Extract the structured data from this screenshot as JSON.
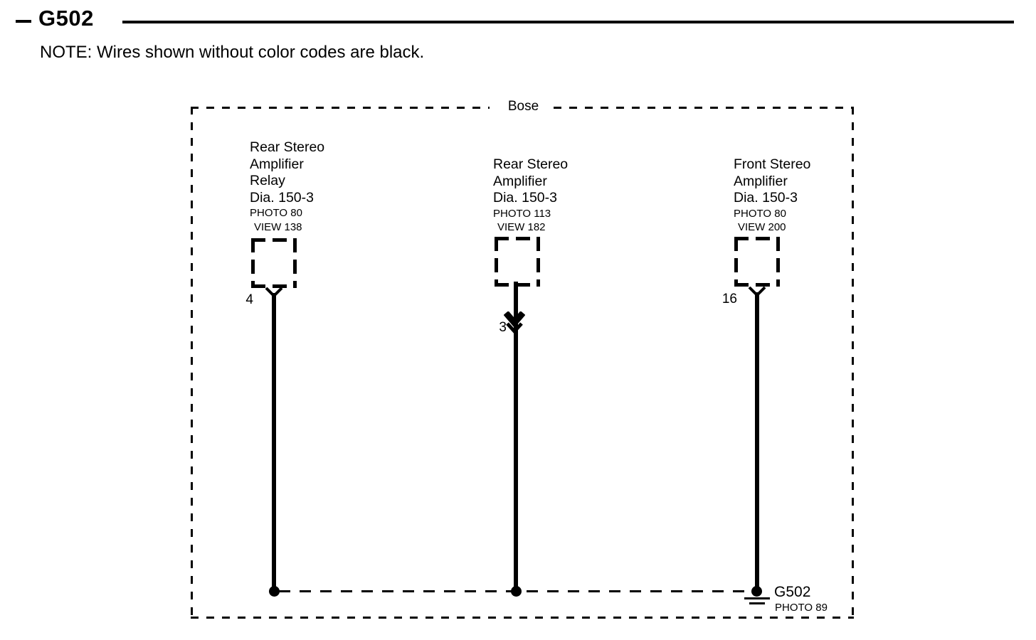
{
  "header": {
    "title": "G502",
    "lead_dash": "-",
    "note": "NOTE: Wires shown without color codes are black."
  },
  "enclosure": {
    "label": "Bose"
  },
  "components": [
    {
      "name_line1": "Rear Stereo",
      "name_line2": "Amplifier",
      "name_line3": "Relay",
      "name_line4": "Dia. 150-3",
      "photo": "PHOTO 80",
      "view": "VIEW 138",
      "pin": "4",
      "connector_type": "y-connector"
    },
    {
      "name_line1": "Rear Stereo",
      "name_line2": "Amplifier",
      "name_line3": "Dia. 150-3",
      "photo": "PHOTO 113",
      "view": "VIEW 182",
      "pin": "3",
      "connector_type": "arrow-connector"
    },
    {
      "name_line1": "Front Stereo",
      "name_line2": "Amplifier",
      "name_line3": "Dia. 150-3",
      "photo": "PHOTO 80",
      "view": "VIEW 200",
      "pin": "16",
      "connector_type": "y-connector"
    }
  ],
  "ground": {
    "name": "G502",
    "photo": "PHOTO 89"
  },
  "colors": {
    "ink": "#000000",
    "background": "#ffffff"
  }
}
